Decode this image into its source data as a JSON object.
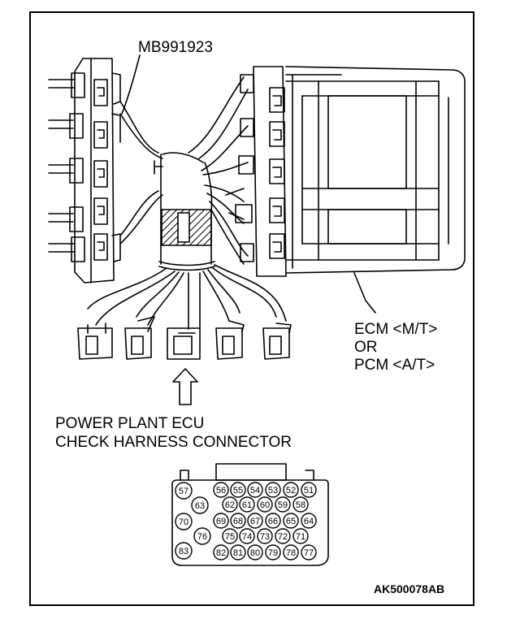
{
  "labels": {
    "tool_part_number": "MB991923",
    "ecm_line1": "ECM <M/T>",
    "ecm_line2": "OR",
    "ecm_line3": "PCM <A/T>",
    "check_line1": "POWER PLANT ECU",
    "check_line2": "CHECK HARNESS CONNECTOR",
    "figure_id": "AK500078AB"
  },
  "connector_pins": {
    "left_column": [
      "57",
      "63",
      "70",
      "76",
      "83"
    ],
    "row1": [
      "56",
      "55",
      "54",
      "53",
      "52",
      "51"
    ],
    "row2": [
      "62",
      "61",
      "60",
      "59",
      "58"
    ],
    "row3": [
      "69",
      "68",
      "67",
      "66",
      "65",
      "64"
    ],
    "row4": [
      "75",
      "74",
      "73",
      "72",
      "71"
    ],
    "row5": [
      "82",
      "81",
      "80",
      "79",
      "78",
      "77"
    ]
  },
  "colors": {
    "line": "#000000",
    "background": "#ffffff"
  }
}
